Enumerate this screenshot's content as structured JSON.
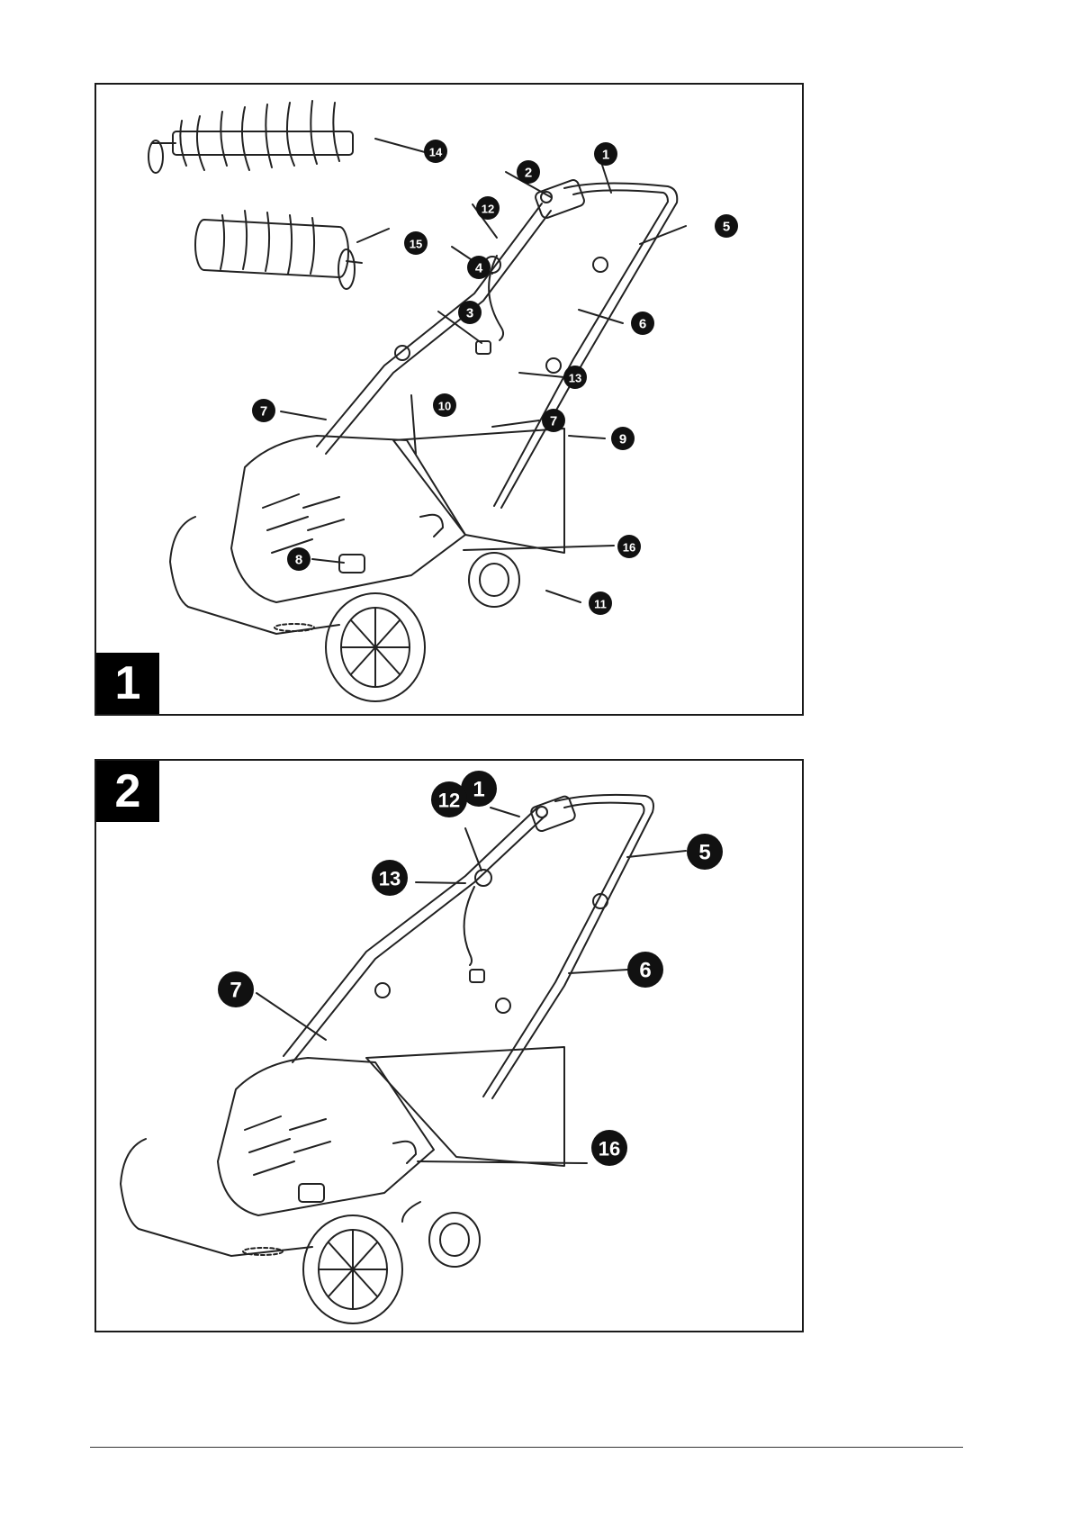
{
  "figures": [
    {
      "number": "1",
      "callouts": [
        "14",
        "1",
        "2",
        "12",
        "5",
        "15",
        "4",
        "6",
        "3",
        "13",
        "10",
        "7",
        "7",
        "9",
        "16",
        "8",
        "11"
      ]
    },
    {
      "number": "2",
      "callouts": [
        "1",
        "12",
        "5",
        "13",
        "6",
        "7",
        "16"
      ]
    }
  ]
}
